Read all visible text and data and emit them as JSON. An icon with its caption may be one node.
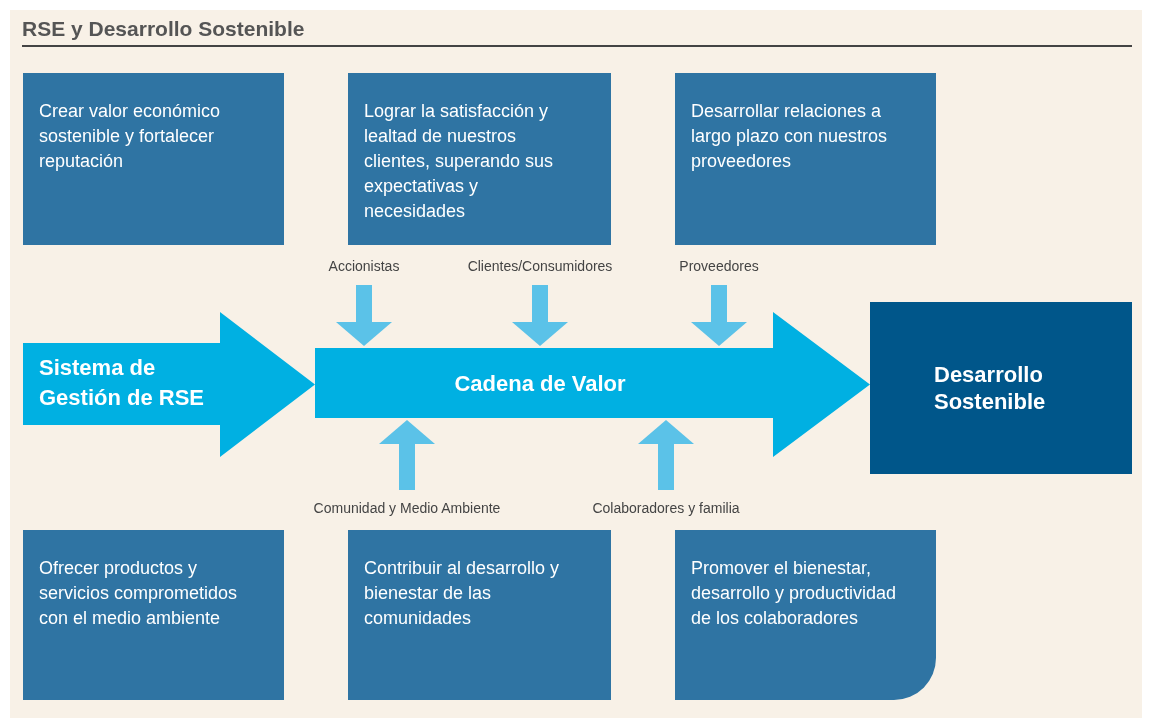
{
  "diagram": {
    "title": "RSE y Desarrollo Sostenible",
    "nodes": [
      {
        "text": [
          "Crear valor económico sostenible y fortalecer reputación"
        ]
      },
      {
        "text": [
          "Lograr la satisfacción y lealtad de nuestros clientes, superando sus expectativas y necesidades"
        ]
      },
      {
        "text": [
          "Desarrollar relaciones a largo plazo con nuestros proveedores"
        ]
      },
      {
        "text": [
          "Accionistas"
        ]
      },
      {
        "text": [
          "Clientes/Consumidores"
        ]
      },
      {
        "text": [
          "Proveedores"
        ]
      },
      {
        "text": [
          "Sistema de Gestión de RSE"
        ]
      },
      {
        "text": [
          "Cadena de Valor"
        ]
      },
      {
        "text": [
          "Desarrollo Sostenible"
        ]
      },
      {
        "text": [
          "Comunidad y Medio Ambiente"
        ]
      },
      {
        "text": [
          "Colaboradores y familia"
        ]
      },
      {
        "text": [
          "Ofrecer productos y servicios comprometidos con el medio ambiente"
        ]
      },
      {
        "text": [
          "Contribuir al desarrollo y bienestar de las comunidades"
        ]
      },
      {
        "text": [
          "Promover el bienestar, desarrollo y productividad de los colaboradores"
        ]
      }
    ],
    "edges": [
      {
        "from": 3,
        "to": 7,
        "arrow": "to"
      },
      {
        "from": 4,
        "to": 7,
        "arrow": "to"
      },
      {
        "from": 5,
        "to": 7,
        "arrow": "to"
      },
      {
        "from": 9,
        "to": 7,
        "arrow": "to"
      },
      {
        "from": 10,
        "to": 7,
        "arrow": "to"
      }
    ]
  }
}
